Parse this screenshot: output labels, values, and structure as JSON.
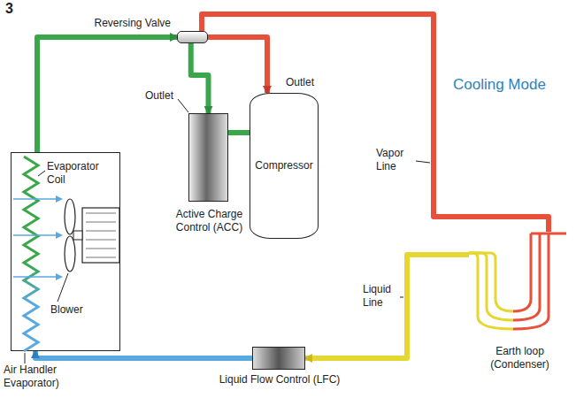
{
  "diagram": {
    "nodes": [
      {
        "text": [
          "Evaporator Coil",
          "Blower",
          "Air Handler Evaporator)"
        ]
      },
      {
        "text": [
          "Reversing Valve"
        ]
      },
      {
        "text": [
          "Outlet",
          "Active Charge Control (ACC)"
        ]
      },
      {
        "text": [
          "Outlet",
          "Compressor"
        ]
      },
      {
        "text": [
          "Earth loop (Condenser)"
        ]
      },
      {
        "text": [
          "Liquid Flow Control (LFC)"
        ]
      }
    ],
    "edges": [
      {
        "from": 0,
        "to": 1,
        "arrow": "to"
      },
      {
        "from": 1,
        "to": 2,
        "arrow": "to"
      },
      {
        "from": 2,
        "to": 3,
        "arrow": "none"
      },
      {
        "from": 1,
        "to": 3,
        "arrow": "to"
      },
      {
        "from": 1,
        "to": 4,
        "arrow": "none"
      },
      {
        "from": 4,
        "to": 5,
        "arrow": "to"
      },
      {
        "from": 5,
        "to": 0,
        "arrow": "to"
      }
    ],
    "labels": [
      "3",
      "Cooling Mode",
      "Vapor Line",
      "Liquid Line"
    ]
  }
}
